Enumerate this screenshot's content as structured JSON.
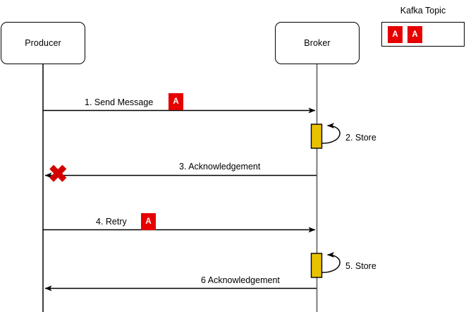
{
  "diagram": {
    "title_hidden": "",
    "type": "sequence-diagram",
    "colors": {
      "message_chip": "#E60000",
      "activation_bar": "#E8C200",
      "lifeline_producer": "#000000",
      "lifeline_broker": "#6E6E6E",
      "stroke": "#000000",
      "failure_mark": "#D40000"
    }
  },
  "participants": [
    {
      "id": "producer",
      "label": "Producer"
    },
    {
      "id": "broker",
      "label": "Broker"
    }
  ],
  "topic": {
    "title": "Kafka Topic",
    "messages": [
      {
        "label": "A"
      },
      {
        "label": "A"
      }
    ]
  },
  "messages": [
    {
      "id": "m1",
      "label": "1. Send Message",
      "chip": "A",
      "from": "producer",
      "to": "broker",
      "direction": "right"
    },
    {
      "id": "m2",
      "label": "2. Store",
      "type": "self",
      "on": "broker"
    },
    {
      "id": "m3",
      "label": "3. Acknowledgement",
      "from": "broker",
      "to": "producer",
      "direction": "left",
      "failed": true
    },
    {
      "id": "m4",
      "label": "4. Retry",
      "chip": "A",
      "from": "producer",
      "to": "broker",
      "direction": "right"
    },
    {
      "id": "m5",
      "label": "5. Store",
      "type": "self",
      "on": "broker"
    },
    {
      "id": "m6",
      "label": "6 Acknowledgement",
      "from": "broker",
      "to": "producer",
      "direction": "left"
    }
  ],
  "failure": {
    "symbol": "✖",
    "name": "message-lost-marker"
  }
}
